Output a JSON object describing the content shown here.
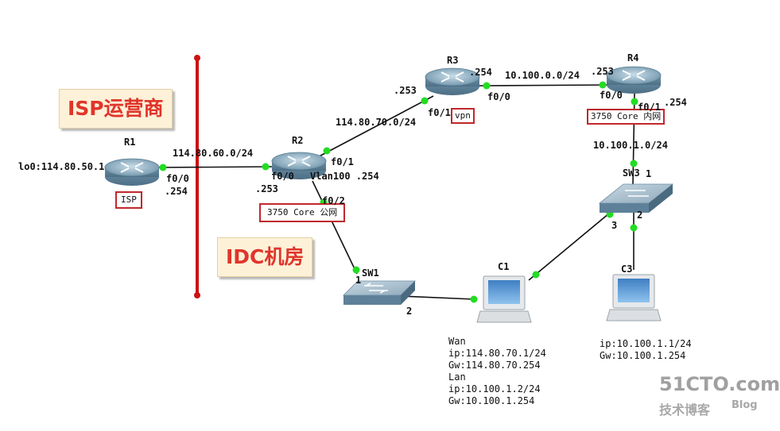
{
  "zones": {
    "isp": "ISP运营商",
    "idc": "IDC机房"
  },
  "devices": {
    "r1": {
      "name": "R1",
      "box": "ISP",
      "lo": "lo0:114.80.50.1",
      "port": "f0/0",
      "ip": ".254"
    },
    "r2": {
      "name": "R2",
      "box": "3750 Core 公网",
      "f00": "f0/0",
      "f01": "f0/1",
      "f02": "f0/2",
      "vlan": "Vlan100 .254",
      "ip253": ".253"
    },
    "r3": {
      "name": "R3",
      "box": "vpn",
      "f00": "f0/0",
      "f01": "f0/1",
      "ip254": ".254",
      "ip253": ".253"
    },
    "r4": {
      "name": "R4",
      "box": "3750 Core 内网",
      "f00": "f0/0",
      "f01": "f0/1",
      "ip253": ".253",
      "ip254": ".254"
    },
    "sw1": {
      "name": "SW1",
      "p1": "1",
      "p2": "2"
    },
    "sw3": {
      "name": "SW3",
      "p1": "1",
      "p2": "2",
      "p3": "3"
    },
    "c1": {
      "name": "C1"
    },
    "c3": {
      "name": "C3"
    }
  },
  "networks": {
    "n1": "114.80.60.0/24",
    "n2": "114.80.70.0/24",
    "n3": "10.100.0.0/24",
    "n4": "10.100.1.0/24"
  },
  "c1_info": [
    "Wan",
    "ip:114.80.70.1/24",
    "Gw:114.80.70.254",
    "Lan",
    "ip:10.100.1.2/24",
    "Gw:10.100.1.254"
  ],
  "c3_info": [
    "ip:10.100.1.1/24",
    "Gw:10.100.1.254"
  ],
  "watermark": {
    "logo": "51CTO.com",
    "sub1": "技术博客",
    "sub2": "Blog"
  },
  "colors": {
    "border_red": "#c0282d",
    "zone_text": "#e0352b",
    "zone_bg": "#fdf1d8",
    "link_dot": "#22dd22",
    "separator": "#cc1111"
  }
}
